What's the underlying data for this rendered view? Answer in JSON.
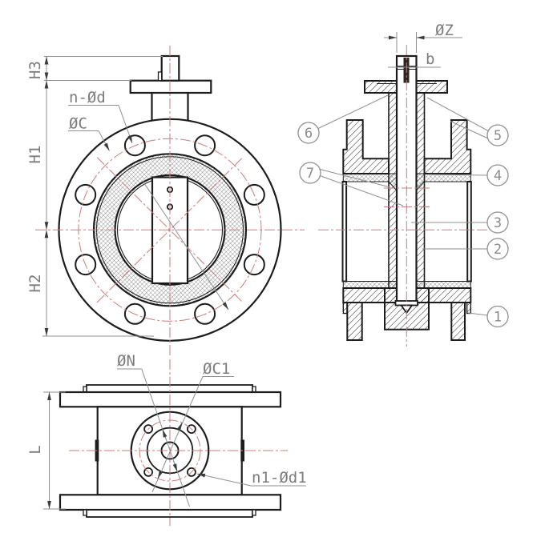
{
  "colors": {
    "main_line": "#1c1c1c",
    "dimension_line": "#8f8f8f",
    "dimension_text": "#7c7c7c",
    "centerline_red": "#c97e7e",
    "background": "#ffffff"
  },
  "front_view": {
    "dim_labels": {
      "H3": "H3",
      "H1": "H1",
      "H2": "H2"
    },
    "feature_labels": {
      "bolt_holes": "n-Ød",
      "bolt_circle": "ØC"
    }
  },
  "section_view": {
    "dim_labels": {
      "stem_diameter": "ØZ",
      "keyway_width": "b"
    },
    "callouts": [
      "1",
      "2",
      "3",
      "4",
      "5",
      "6",
      "7"
    ]
  },
  "bottom_view": {
    "dim_labels": {
      "length": "L"
    },
    "feature_labels": {
      "neck_circle": "ØN",
      "bolt_circle": "ØC1",
      "bolt_holes": "n1-Ød1"
    }
  }
}
